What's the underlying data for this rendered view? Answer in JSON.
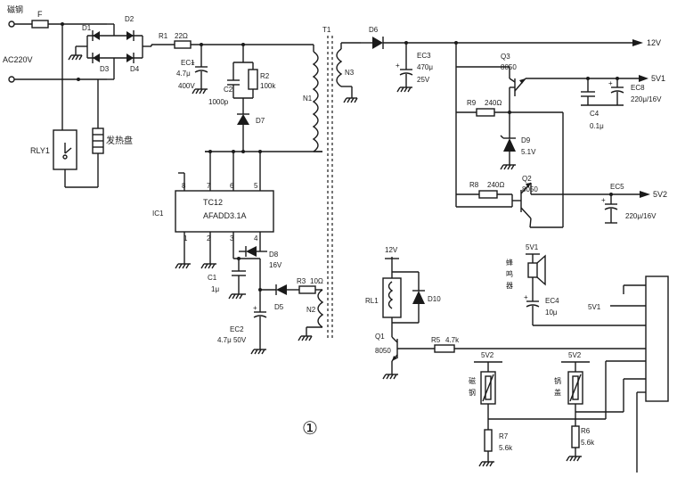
{
  "labels": {
    "input_top": "磁钢",
    "fuse": "F",
    "mains": "AC220V",
    "d1": "D1",
    "d2": "D2",
    "d3": "D3",
    "d4": "D4",
    "rly1": "RLY1",
    "heater": "发热盘",
    "r1": "R1",
    "r1_val": "22Ω",
    "ec1": "EC1",
    "ec1_cap": "4.7μ",
    "ec1_volt": "400V",
    "c2": "C2",
    "c2_val": "1000p",
    "r2": "R2",
    "r2_val": "100k",
    "d7": "D7",
    "t1": "T1",
    "n1": "N1",
    "n3": "N3",
    "n2": "N2",
    "d6": "D6",
    "ec3": "EC3",
    "ec3_cap": "470μ",
    "ec3_volt": "25V",
    "rail_12v": "12V",
    "q3": "Q3",
    "q3_type": "8050",
    "rail_5v1": "5V1",
    "r9": "R9",
    "r9_val": "240Ω",
    "d9": "D9",
    "d9_val": "5.1V",
    "c4": "C4",
    "c4_val": "0.1μ",
    "ec8": "EC8",
    "ec8_val": "220μ/16V",
    "r8": "R8",
    "r8_val": "240Ω",
    "q2": "Q2",
    "q2_type": "8050",
    "ec5": "EC5",
    "ec5_val": "220μ/16V",
    "rail_5v2": "5V2",
    "ic1": "IC1",
    "ic1_name": "TC12",
    "ic1_part": "AFADD3.1A",
    "pin8": "8",
    "pin7": "7",
    "pin6": "6",
    "pin5": "5",
    "pin1": "1",
    "pin2": "2",
    "pin3": "3",
    "pin4": "4",
    "c1": "C1",
    "c1_val": "1μ",
    "d8": "D8",
    "d8_val": "16V",
    "d5": "D5",
    "r3": "R3",
    "r3_val": "10Ω",
    "ec2": "EC2",
    "ec2_val": "4.7μ 50V",
    "relay_12v": "12V",
    "rl1": "RL1",
    "d10": "D10",
    "q1": "Q1",
    "q1_type": "8050",
    "r5": "R5",
    "r5_val": "4.7k",
    "buzzer_5v1": "5V1",
    "buzzer": "蜂鸣器",
    "ec4": "EC4",
    "ec4_val": "10μ",
    "connector_5v1": "5V1",
    "sensor1_supply": "5V2",
    "sensor1": "磁钢",
    "r7": "R7",
    "r7_val": "5.6k",
    "sensor2_supply": "5V2",
    "sensor2": "锅盖",
    "r6": "R6",
    "r6_val": "5.6k",
    "figure_number": "①"
  }
}
